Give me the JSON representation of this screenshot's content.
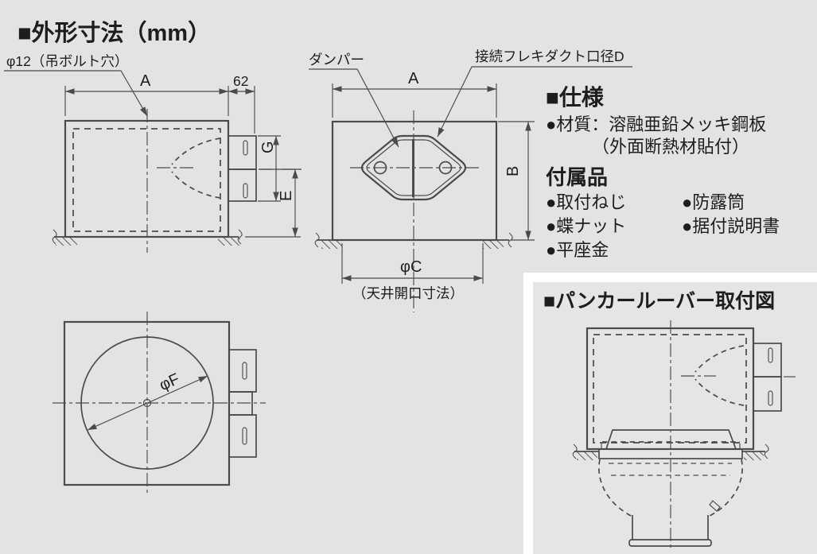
{
  "colors": {
    "page_bg": "#e4e3e2",
    "panel_frame": "#ffffff",
    "panel_bg": "#e6e5e4",
    "line": "#4b4a4f",
    "text": "#1f1c1d"
  },
  "title": "■外形寸法（mm）",
  "side_view": {
    "bolt_hole_label": "φ12（吊ボルト穴）",
    "dim_width": "A",
    "dim_duct_len": "62",
    "dim_duct_dia": "G",
    "dim_center_height": "E"
  },
  "front_view": {
    "damper_label": "ダンパー",
    "flex_duct_label": "接続フレキダクト口径D",
    "dim_width": "A",
    "dim_height": "B",
    "dim_opening": "φC",
    "opening_note": "（天井開口寸法）"
  },
  "bottom_view": {
    "dim_inner_dia": "φF"
  },
  "spec": {
    "heading": "■仕様",
    "material_line1": "●材質：溶融亜鉛メッキ鋼板",
    "material_line2": "（外面断熱材貼付）",
    "accessories_heading": "付属品",
    "accessories_col1": [
      "●取付ねじ",
      "●蝶ナット",
      "●平座金"
    ],
    "accessories_col2": [
      "●防露筒",
      "●据付説明書"
    ]
  },
  "louver_panel": {
    "heading": "■パンカールーバー取付図"
  }
}
